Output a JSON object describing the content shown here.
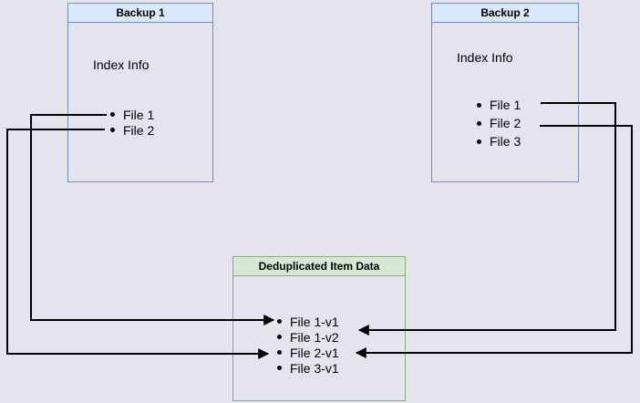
{
  "diagram": {
    "backup1": {
      "title": "Backup 1",
      "section_label": "Index Info",
      "items": [
        "File 1",
        "File 2"
      ]
    },
    "backup2": {
      "title": "Backup 2",
      "section_label": "Index Info",
      "items": [
        "File 1",
        "File 2",
        "File 3"
      ]
    },
    "dedup": {
      "title": "Deduplicated Item Data",
      "items": [
        "File 1-v1",
        "File 1-v2",
        "File 2-v1",
        "File 3-v1"
      ]
    },
    "connections": [
      {
        "from": "Backup 1 / File 1",
        "to": "Deduplicated Item Data / File 1-v1"
      },
      {
        "from": "Backup 1 / File 2",
        "to": "Deduplicated Item Data / File 2-v1"
      },
      {
        "from": "Backup 2 / File 1",
        "to": "Deduplicated Item Data / File 1-v2"
      },
      {
        "from": "Backup 2 / File 2",
        "to": "Deduplicated Item Data / File 2-v1"
      }
    ],
    "colors": {
      "background": "#e4e4ee",
      "blue_border": "#6c8ebf",
      "blue_titlebar": "#dae8fc",
      "green_border": "#82b366",
      "green_titlebar": "#d5e8d4",
      "arrow": "#000000",
      "text": "#000000"
    }
  }
}
